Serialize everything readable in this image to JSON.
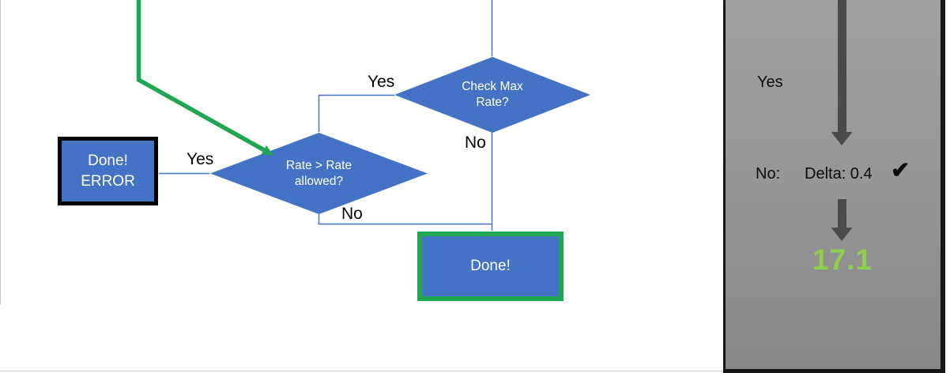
{
  "colors": {
    "shape_blue": "#4472C4",
    "connector_blue": "#4472C4",
    "flow_green": "#1FA650",
    "result_green": "#8CD04E",
    "arrow_gray": "#4A4A4A",
    "box_border_black": "#000000",
    "panel_gray_top": "#A1A1A2",
    "panel_gray_bottom": "#888889"
  },
  "flowchart": {
    "check_max_decision": "Check Max\nRate?",
    "check_max_yes": "Yes",
    "check_max_no": "No",
    "rate_decision": "Rate > Rate\nallowed?",
    "rate_yes": "Yes",
    "rate_no": "No",
    "done_error_box": "Done!\nERROR",
    "done_box": "Done!"
  },
  "side_panel": {
    "yes_label": "Yes",
    "no_label": "No:",
    "delta_value": "Delta: 0.4",
    "checkmark": "✔",
    "result_value": "17.1"
  }
}
